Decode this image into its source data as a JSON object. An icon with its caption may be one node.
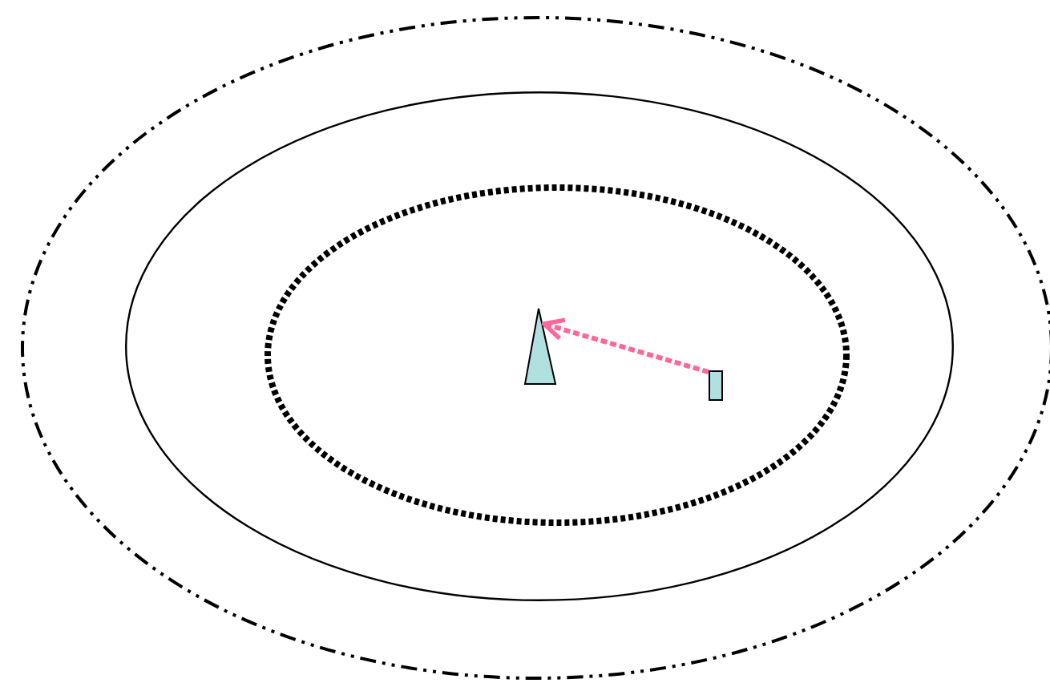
{
  "diagram": {
    "nodes": [
      {
        "text": [],
        "shape": "ellipse"
      },
      {
        "text": [],
        "shape": "ellipse",
        "in": 0
      },
      {
        "text": [],
        "shape": "ellipse",
        "in": 1
      },
      {
        "text": [],
        "shape": "triangle",
        "in": 2
      },
      {
        "text": [],
        "shape": "box",
        "in": 2
      }
    ],
    "edges": [
      {
        "from": 4,
        "to": 3,
        "arrow": "to",
        "style": "dashed",
        "color": "#ff6699"
      }
    ]
  }
}
